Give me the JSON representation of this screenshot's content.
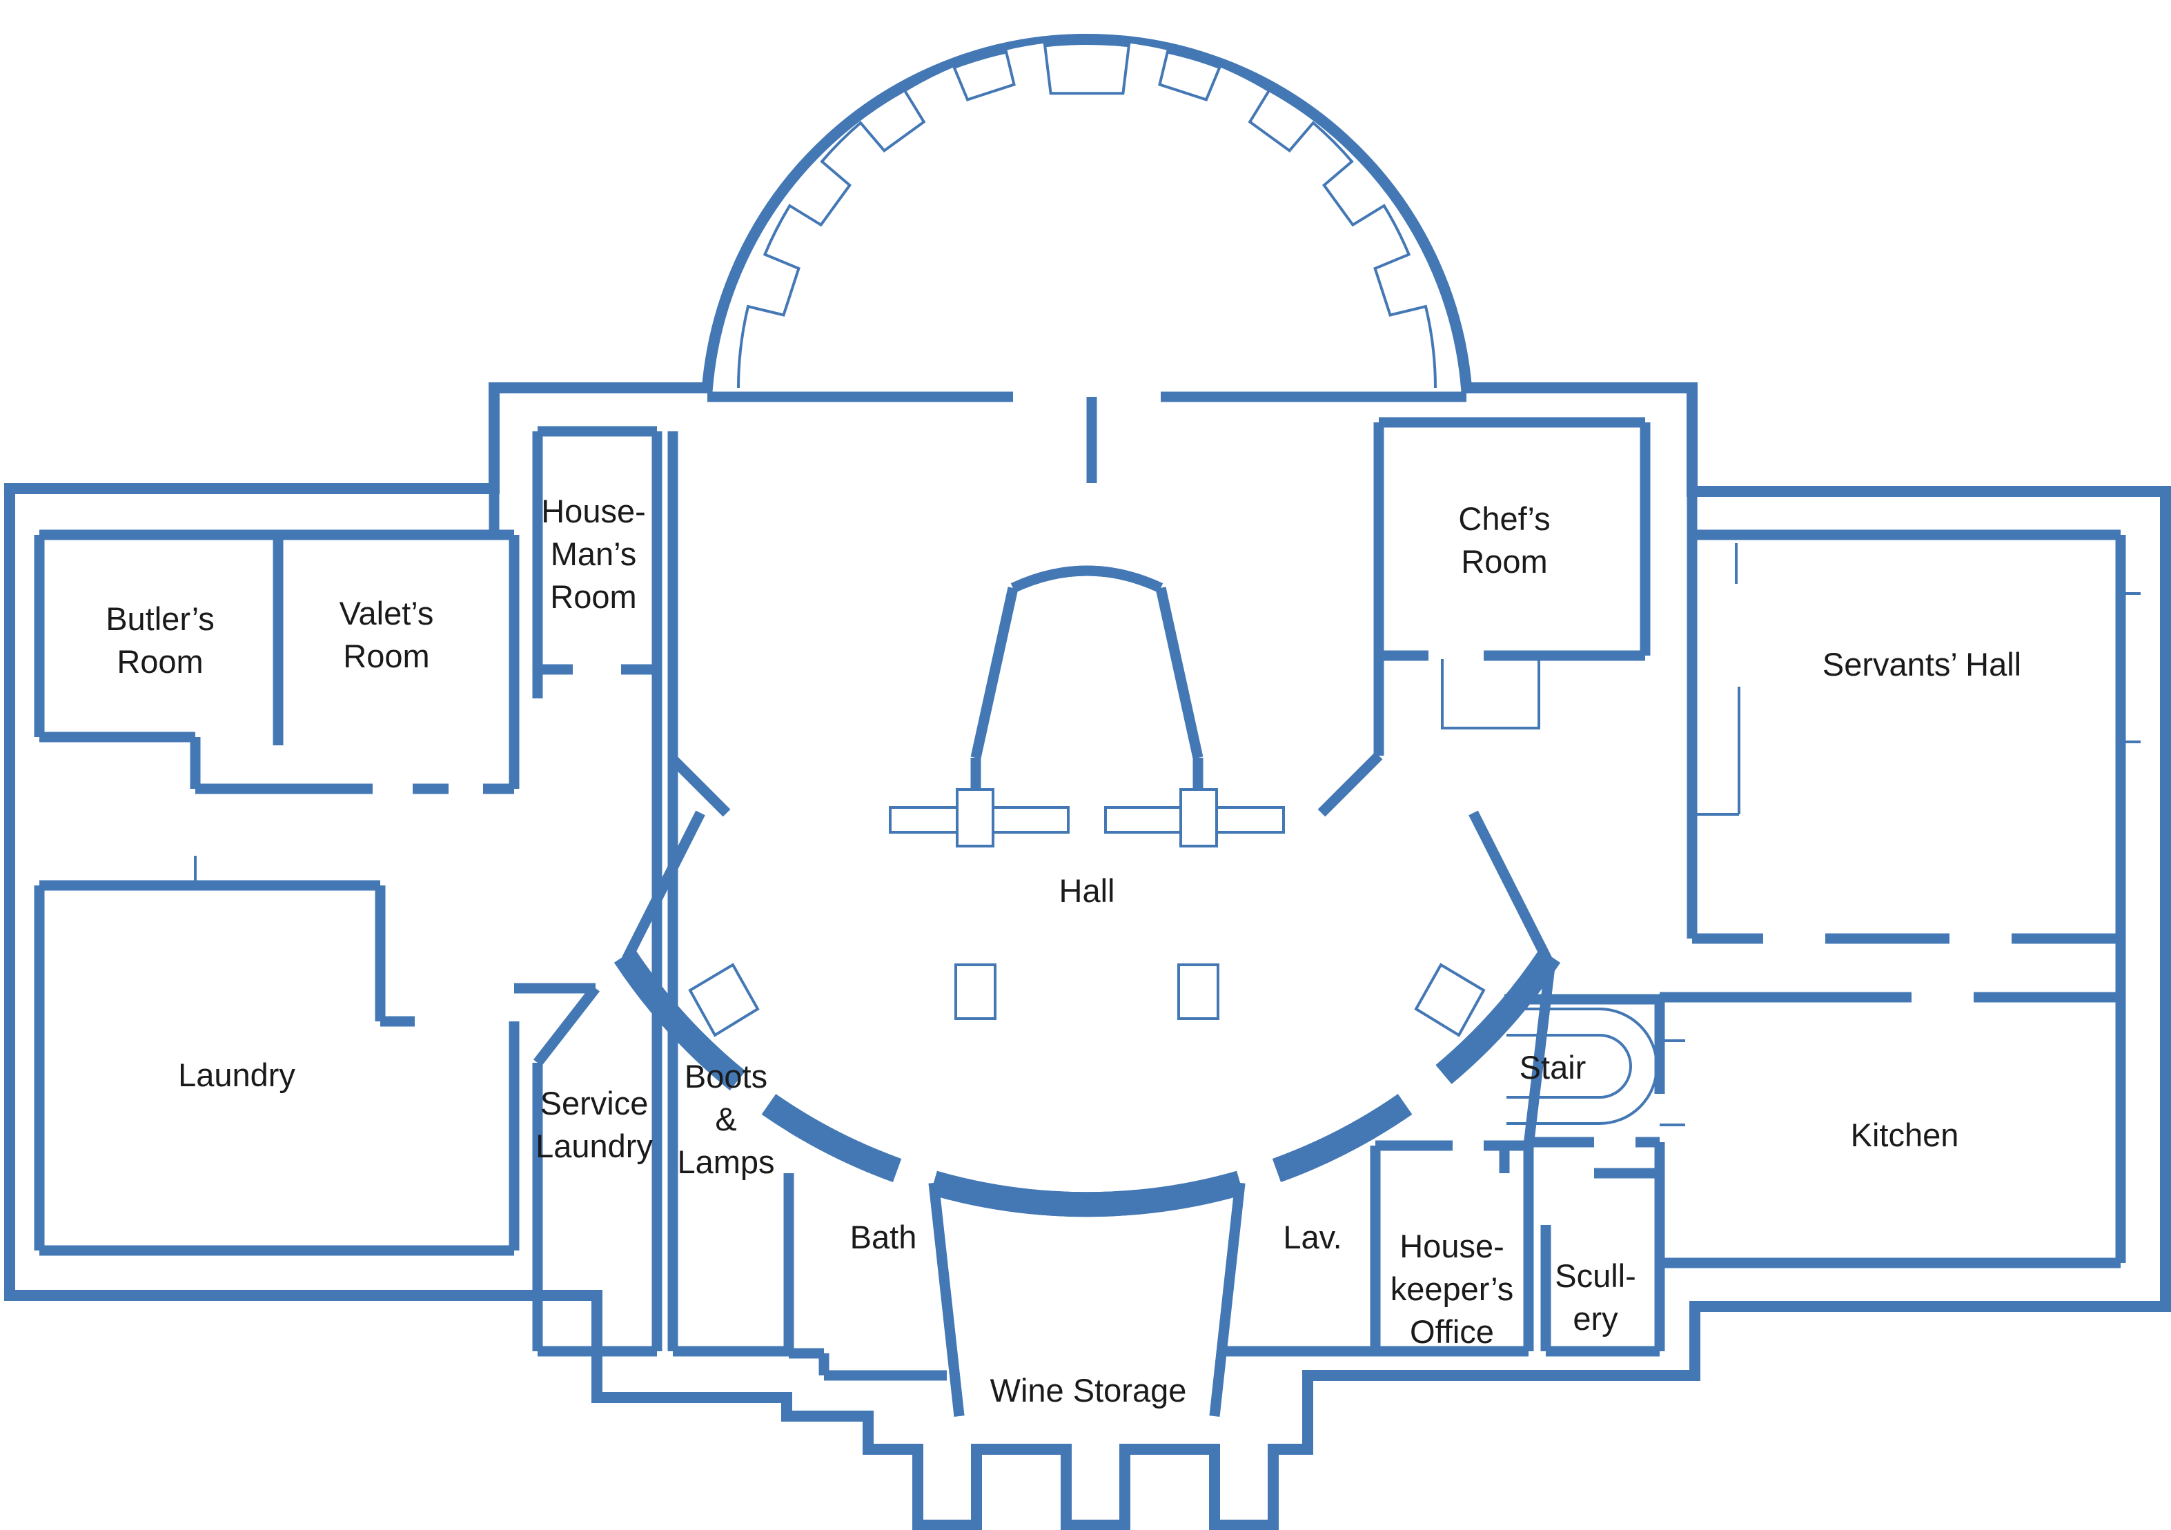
{
  "diagram": {
    "type": "floor-plan",
    "description": "Service floor plan with semicircular colonnaded portico, central oval hall and servant rooms",
    "wall_color": "#4478B5",
    "label_color": "#1a1a1a",
    "background_color": "#ffffff"
  },
  "rooms": {
    "butlers": "Butler’s\nRoom",
    "valets": "Valet’s\nRoom",
    "housemans": "House-\nMan’s\nRoom",
    "chefs": "Chef’s\nRoom",
    "servants_hall": "Servants’ Hall",
    "hall": "Hall",
    "laundry": "Laundry",
    "service_laundry": "Service\nLaundry",
    "boots_lamps": "Boots\n&\nLamps",
    "bath": "Bath",
    "wine_storage": "Wine Storage",
    "lav": "Lav.",
    "housekeepers_office": "House-\nkeeper’s\nOffice",
    "scullery": "Scull-\nery",
    "stair": "Stair",
    "kitchen": "Kitchen"
  }
}
